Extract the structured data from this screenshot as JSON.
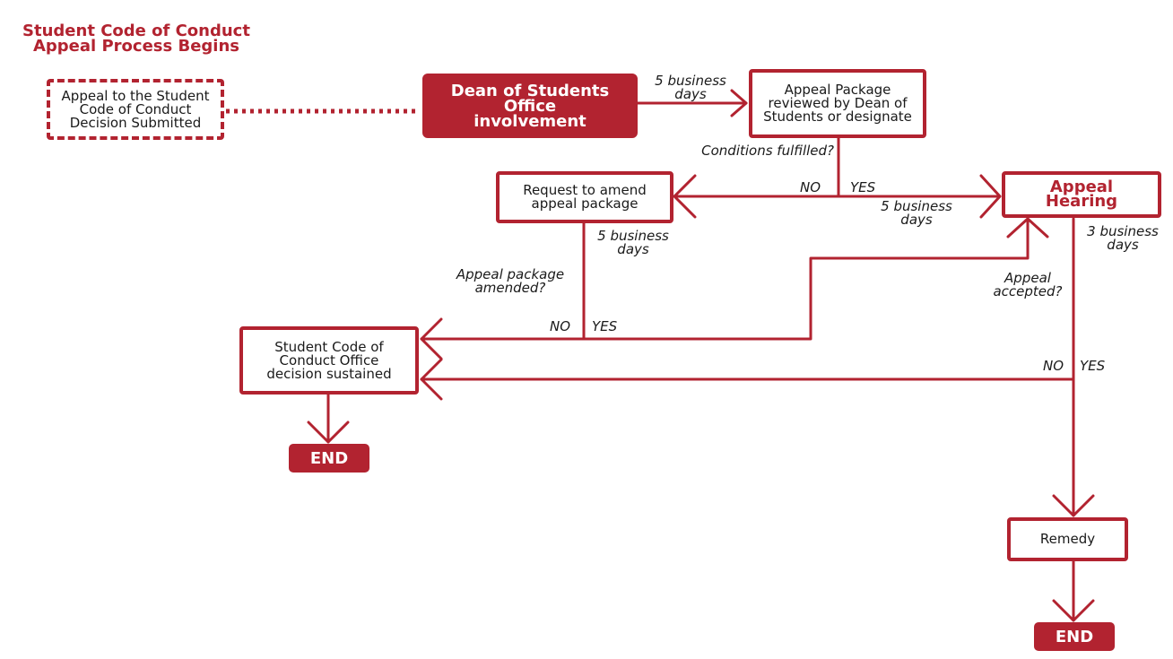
{
  "title": {
    "line1": "Student Code of Conduct",
    "line2": "Appeal Process Begins"
  },
  "colors": {
    "accent": "#b22330",
    "text": "#1a1a1a",
    "background": "#ffffff"
  },
  "nodes": {
    "appeal_submitted": [
      "Appeal to the Student",
      "Code of Conduct",
      "Decision Submitted"
    ],
    "dean_office": [
      "Dean of Students",
      "Office",
      "involvement"
    ],
    "package_reviewed": [
      "Appeal Package",
      "reviewed by Dean of",
      "Students or designate"
    ],
    "request_amend": [
      "Request to amend",
      "appeal package"
    ],
    "appeal_hearing": [
      "Appeal",
      "Hearing"
    ],
    "decision_sustained": [
      "Student Code of",
      "Conduct Office",
      "decision sustained"
    ],
    "remedy": "Remedy",
    "end_left": "END",
    "end_right": "END"
  },
  "labels": {
    "days_to_review": [
      "5 business",
      "days"
    ],
    "conditions_fulfilled": "Conditions fulfilled?",
    "conditions_no": "NO",
    "conditions_yes": "YES",
    "days_to_hearing": [
      "5 business",
      "days"
    ],
    "days_after_amend_request": [
      "5 business",
      "days"
    ],
    "package_amended": [
      "Appeal package",
      "amended?"
    ],
    "amended_no": "NO",
    "amended_yes": "YES",
    "days_after_hearing": [
      "3 business",
      "days"
    ],
    "appeal_accepted": [
      "Appeal",
      "accepted?"
    ],
    "accepted_no": "NO",
    "accepted_yes": "YES"
  }
}
